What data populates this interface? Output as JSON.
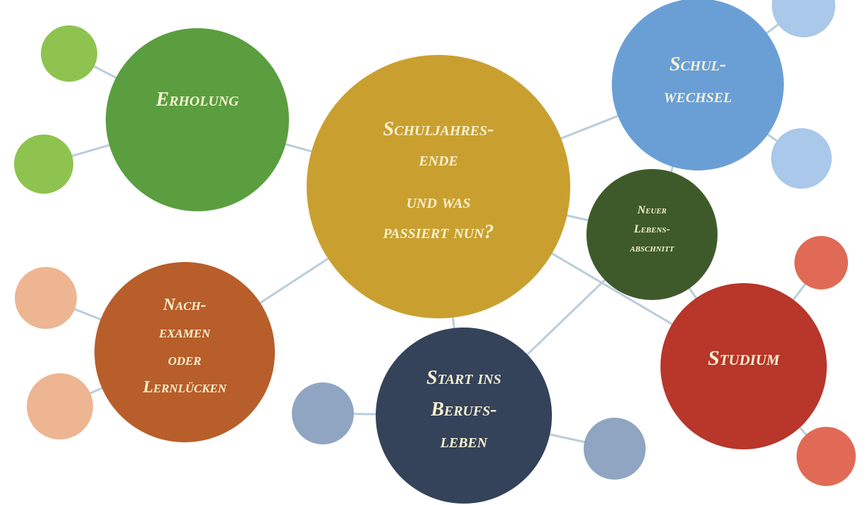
{
  "center": {
    "lines": [
      "Schuljahres-",
      "ende",
      "und was",
      "passiert nun?"
    ],
    "color": "#c9a030"
  },
  "nodes": {
    "erholung": {
      "lines": [
        "Erholung"
      ],
      "color": "#5a9e40",
      "satellite_color": "#8dc34e"
    },
    "schulwechsel": {
      "lines": [
        "Schul-",
        "wechsel"
      ],
      "color": "#6a9fd6",
      "satellite_color": "#a9c8ea"
    },
    "lebensabschnitt": {
      "lines": [
        "Neuer",
        "Lebens-",
        "abschnitt"
      ],
      "color": "#3e5a2a"
    },
    "studium": {
      "lines": [
        "Studium"
      ],
      "color": "#b8362a",
      "satellite_color": "#e06a55"
    },
    "berufsleben": {
      "lines": [
        "Start ins",
        "Berufs-",
        "leben"
      ],
      "color": "#34425a",
      "satellite_color": "#8fa5c2"
    },
    "nachexamen": {
      "lines": [
        "Nach-",
        "examen",
        "oder",
        "Lernlücken"
      ],
      "color": "#b85e2a",
      "satellite_color": "#edb592"
    }
  }
}
